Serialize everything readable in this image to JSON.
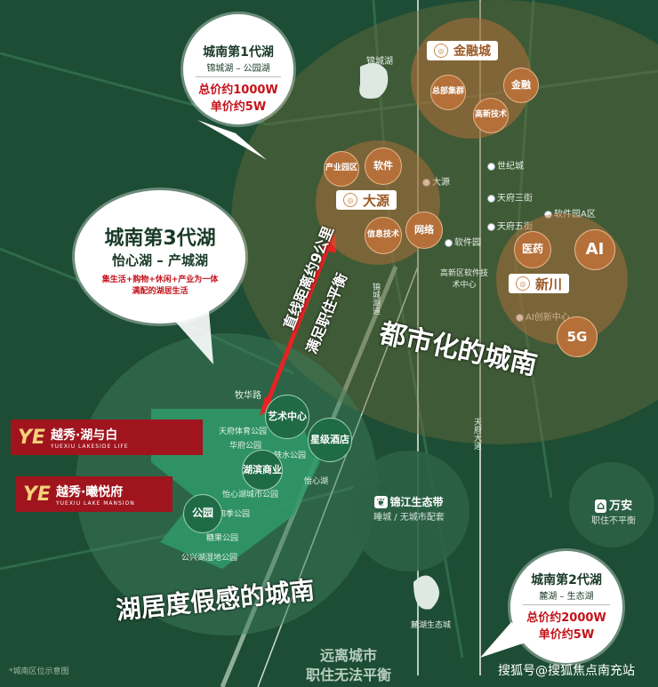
{
  "north": {
    "title": "城南第1代湖",
    "sub": "锦城湖 – 公园湖",
    "price_total": "总价约1000W",
    "price_unit": "单价约5W"
  },
  "center": {
    "title": "城南第3代湖",
    "sub": "怡心湖 – 产城湖",
    "desc_line1": "集生活+购物+休闲+产业为一体",
    "desc_line2": "满配的湖居生活"
  },
  "south": {
    "title": "城南第2代湖",
    "sub": "麓湖 – 生态湖",
    "price_total": "总价约2000W",
    "price_unit": "单价约5W"
  },
  "brands": [
    {
      "logo": "YE",
      "cn": "越秀·湖与白",
      "en": "YUEXIU LAKESIDE LIFE"
    },
    {
      "logo": "YE",
      "cn": "越秀·曦悦府",
      "en": "YUEXIU LAKE MANSION"
    }
  ],
  "clusters": {
    "jinrong": {
      "name": "金融城",
      "items": [
        "总部集群",
        "金融",
        "高新技术"
      ]
    },
    "dayuan": {
      "name": "大源",
      "items": [
        "产业园区",
        "软件",
        "信息技术",
        "网络"
      ]
    },
    "xinchuan": {
      "name": "新川",
      "items": [
        "医药",
        "AI",
        "5G"
      ]
    }
  },
  "slogans": {
    "urban": "都市化的城南",
    "lakeside": "湖居度假感的城南",
    "distance": "直线距离约9公里",
    "balance": "满足职住平衡",
    "far_line1": "远离城市",
    "far_line2": "职住无法平衡"
  },
  "side_tags": {
    "jinjiang": {
      "name": "锦江生态带",
      "sub": "睡城 / 无城市配套"
    },
    "wanan": {
      "name": "万安",
      "sub": "职住不平衡"
    }
  },
  "lake_features": [
    "艺术中心",
    "星级酒店",
    "湖滨商业",
    "公园"
  ],
  "places": [
    "锦城湖",
    "世纪城",
    "天府三街",
    "天府五街",
    "软件园A区",
    "大源",
    "软件园",
    "高新区软件技术中心",
    "AI创新中心",
    "牧华路",
    "天府体育公园",
    "华府公园",
    "铁水公园",
    "怡心湖城市公园",
    "四季公园",
    "糖果公园",
    "公兴湖湿地公园",
    "怡心湖",
    "麓湖生态城",
    "天府大道",
    "锦城湖道"
  ],
  "footnote": "*城南区位示意图",
  "watermark": "搜狐号@搜狐焦点南充站",
  "colors": {
    "bg": "#1d4d34",
    "brown": "#b5703a",
    "red": "#c4121a",
    "brand": "#a0141e"
  }
}
